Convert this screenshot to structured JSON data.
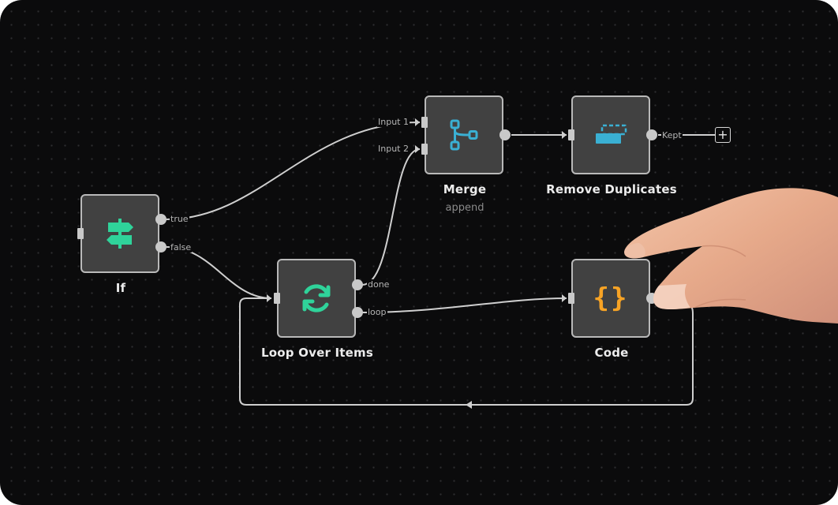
{
  "nodes": {
    "if": {
      "title": "If",
      "true_label": "true",
      "false_label": "false",
      "icon": "signpost-icon",
      "icon_color": "#2fd39a"
    },
    "merge": {
      "title": "Merge",
      "subtitle": "append",
      "input1_label": "Input 1",
      "input2_label": "Input 2",
      "icon": "merge-branch-icon",
      "icon_color": "#3ab0d3"
    },
    "remove_duplicates": {
      "title": "Remove Duplicates",
      "kept_label": "Kept",
      "icon": "dedupe-icon",
      "icon_color": "#3ab0d3"
    },
    "loop": {
      "title": "Loop Over Items",
      "done_label": "done",
      "loop_label": "loop",
      "icon": "loop-arrows-icon",
      "icon_color": "#2fd39a"
    },
    "code": {
      "title": "Code",
      "icon": "code-braces-icon",
      "icon_glyph": "{}",
      "icon_color": "#f7a325"
    }
  },
  "add_button": {
    "glyph": "+"
  },
  "colors": {
    "canvas": "#0b0b0c",
    "node_bg": "#414141",
    "node_border": "#b9b9b9",
    "edge": "#cfcfcf"
  }
}
